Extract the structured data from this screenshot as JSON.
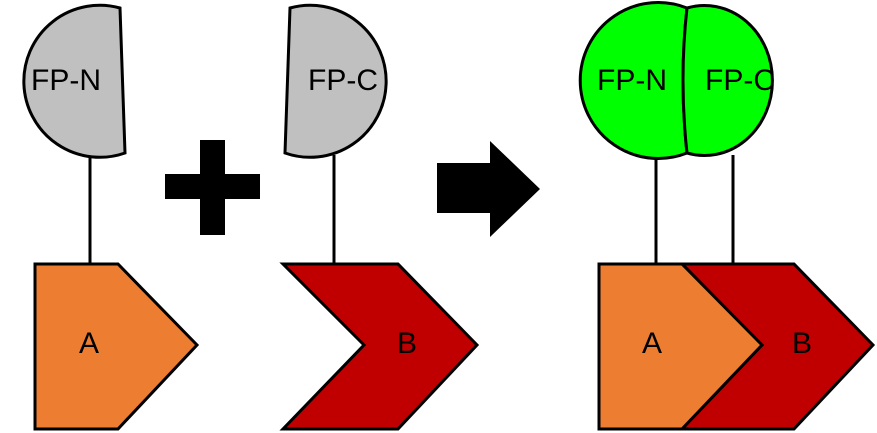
{
  "colors": {
    "fragment_inactive": "#c0c0c0",
    "fragment_active": "#00ff00",
    "protein_a": "#ed7d31",
    "protein_b": "#c00000",
    "stroke": "#000000",
    "operator": "#000000"
  },
  "left": {
    "fragment_n_label": "FP-N",
    "protein_a_label": "A"
  },
  "operator_plus": "plus-icon",
  "middle": {
    "fragment_c_label": "FP-C",
    "protein_b_label": "B"
  },
  "operator_arrow": "arrow-right-icon",
  "result": {
    "fragment_n_label": "FP-N",
    "fragment_c_label": "FP-C",
    "protein_a_label": "A",
    "protein_b_label": "B"
  }
}
